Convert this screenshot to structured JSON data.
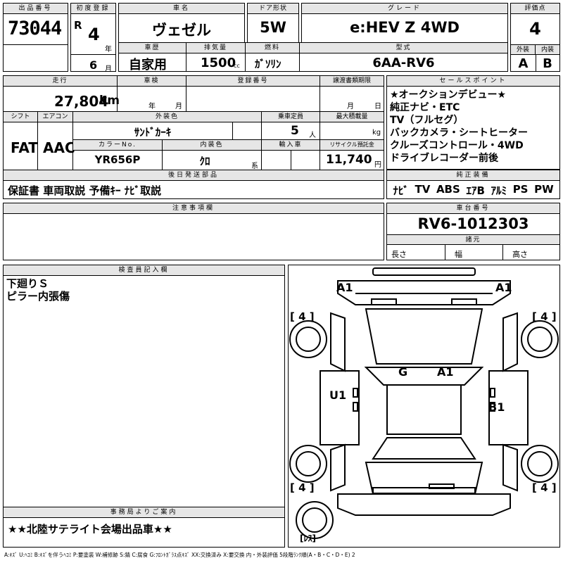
{
  "header": {
    "lot_label": "出品番号",
    "lot": "73044",
    "first_reg_label": "初度登録",
    "era": "R",
    "year_num": "4",
    "year_unit": "年",
    "month_num": "6",
    "month_unit": "月",
    "name_label": "車名",
    "name": "ヴェゼル",
    "door_label": "ドア形状",
    "door": "5W",
    "grade_label": "グレード",
    "grade": "e:HEV Z 4WD",
    "score_label": "評価点",
    "score": "4",
    "history_label": "車歴",
    "history": "自家用",
    "disp_label": "排気量",
    "disp": "1500",
    "disp_unit": "cc",
    "fuel_label": "燃料",
    "fuel": "ｶﾞｿﾘﾝ",
    "model_label": "型式",
    "model": "6AA-RV6",
    "ext_label": "外装",
    "ext": "A",
    "int_label": "内装",
    "int": "B"
  },
  "info": {
    "mileage_label": "走行",
    "mileage": "27,804",
    "mileage_unit": "km",
    "inspect_label": "車検",
    "inspect_y": "年",
    "inspect_m": "月",
    "plate_label": "登録番号",
    "transfer_label": "譲渡書類期限",
    "transfer_m": "月",
    "transfer_d": "日",
    "shift_label": "シフト",
    "shift": "FAT",
    "ac_label": "エアコン",
    "ac": "AAC",
    "color_label": "外装色",
    "color": "ｻﾝﾄﾞｶｰｷ",
    "capacity_label": "乗車定員",
    "capacity": "5",
    "capacity_unit": "人",
    "load_label": "最大積載量",
    "load_unit": "kg",
    "colorno_label": "カラーNo.",
    "colorno": "YR656P",
    "intcolor_label": "内装色",
    "intcolor": "ｸﾛ",
    "intcolor_unit": "系",
    "import_label": "輸入車",
    "recycle_label": "リサイクル預託金",
    "recycle": "11,740",
    "recycle_unit": "円",
    "later_label": "後日発送部品",
    "later": "保証書 車両取説 予備ｷｰ ﾅﾋﾞ取説"
  },
  "sales": {
    "label": "セールスポイント",
    "lines": [
      "★オークションデビュー★",
      "純正ナビ・ETC",
      "TV（フルセグ）",
      "バックカメラ・シートヒーター",
      "クルーズコントロール・4WD",
      "ドライブレコーダー前後"
    ]
  },
  "equip": {
    "label": "純正装備",
    "items": [
      "ﾅﾋﾞ",
      "TV",
      "ABS",
      "ｴｱB",
      "ｱﾙﾐ",
      "PS",
      "PW"
    ]
  },
  "notes_label": "注意事項欄",
  "chassis": {
    "label": "車台番号",
    "value": "RV6-1012303",
    "dims_label": "諸元",
    "length": "長さ",
    "width": "幅",
    "height": "高さ"
  },
  "inspector": {
    "label": "検査員記入欄",
    "lines": [
      "下廻りＳ",
      "ピラー内張傷"
    ]
  },
  "office": {
    "label": "事務局よりご案内",
    "text": "★★北陸サテライト会場出品車★★"
  },
  "diagram": {
    "marks": [
      "A1",
      "A1",
      "[ 4 ]",
      "[ 4 ]",
      "[ 4 ]",
      "[ 4 ]",
      "G",
      "A1",
      "U1",
      "B1",
      "[ﾚｽ]"
    ]
  },
  "legend": "A:ｷｽﾞ U:ﾍｺﾐ B:ｷｽﾞを伴うﾍｺﾐ P:要塗装 W:補修跡 S:錆 C:腐食 G:ﾌﾛﾝﾄｶﾞﾗｽ点ｷｽﾞ XX:交換済み X:要交換 内・外装評価 5段階ﾗﾝｸ順(A・B・C・D・E) 2"
}
